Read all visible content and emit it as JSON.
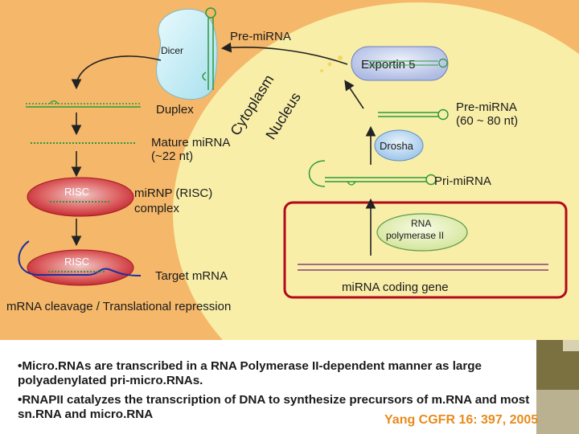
{
  "colors": {
    "background": "#f5b769",
    "nucleus": "#f8eea8",
    "dicer_body": "#c8f0f8",
    "exportin_body": "#c9d5ef",
    "drosha_body": "#b5d6f0",
    "risc_body": "#d8343a",
    "polymerase_body": "#e8f3b8",
    "highlight_box": "#b5081a",
    "rna_strand": "#2a9a3a",
    "citation": "#e88b1c",
    "corner_dark": "#7a7040",
    "corner_light": "#b9b190"
  },
  "diagram": {
    "dicer": "Dicer",
    "pre_mirna_cyto": "Pre-miRNA",
    "exportin": "Exportin 5",
    "cytoplasm": "Cytoplasm",
    "nucleus": "Nucleus",
    "duplex": "Duplex",
    "mature_line1": "Mature miRNA",
    "mature_line2": "(~22 nt)",
    "risc1": "RISC",
    "mirnp_line1": "miRNP (RISC)",
    "mirnp_line2": "complex",
    "risc2": "RISC",
    "target": "Target mRNA",
    "cleavage": "mRNA cleavage / Translational repression",
    "pre_mirna_nuc_line1": "Pre-miRNA",
    "pre_mirna_nuc_line2": "(60 ~ 80 nt)",
    "drosha": "Drosha",
    "pri_mirna": "Pri-miRNA",
    "polymerase_line1": "RNA",
    "polymerase_line2": "polymerase II",
    "gene": "miRNA coding gene"
  },
  "bullets": {
    "b1": "•Micro.RNAs are transcribed in a RNA Polymerase II-dependent manner as large polyadenylated pri-micro.RNAs.",
    "b2": "•RNAPII catalyzes the transcription of DNA to synthesize precursors of m.RNA and most sn.RNA and micro.RNA"
  },
  "citation": "Yang CGFR 16: 397, 2005"
}
